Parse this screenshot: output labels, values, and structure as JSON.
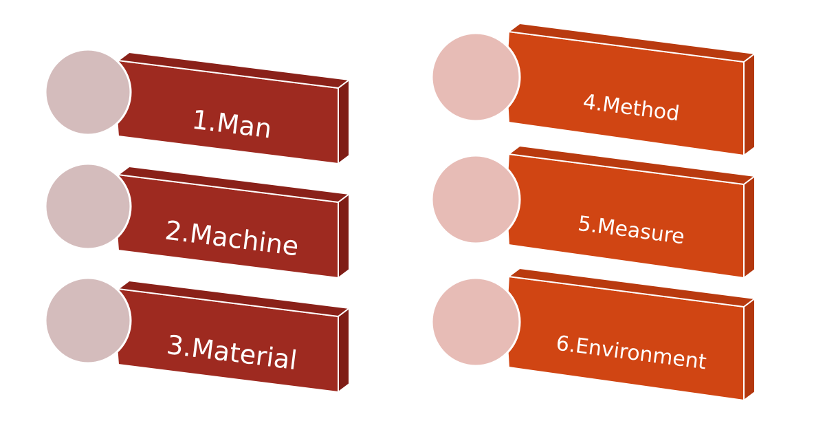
{
  "colors": {
    "left_face": "#9e2a20",
    "left_top": "#8a2119",
    "left_side": "#7f1d16",
    "left_circle": "#d4bcbc",
    "right_face": "#d04513",
    "right_top": "#b93a0f",
    "right_side": "#b3370e",
    "right_circle": "#e7bcb6",
    "edge": "#ffffff",
    "text": "#ffffff"
  },
  "items": [
    {
      "label": "1.Man",
      "group": "left"
    },
    {
      "label": "2.Machine",
      "group": "left"
    },
    {
      "label": "3.Material",
      "group": "left"
    },
    {
      "label": "4.Method",
      "group": "right"
    },
    {
      "label": "5.Measure",
      "group": "right"
    },
    {
      "label": "6.Environment",
      "group": "right"
    }
  ]
}
